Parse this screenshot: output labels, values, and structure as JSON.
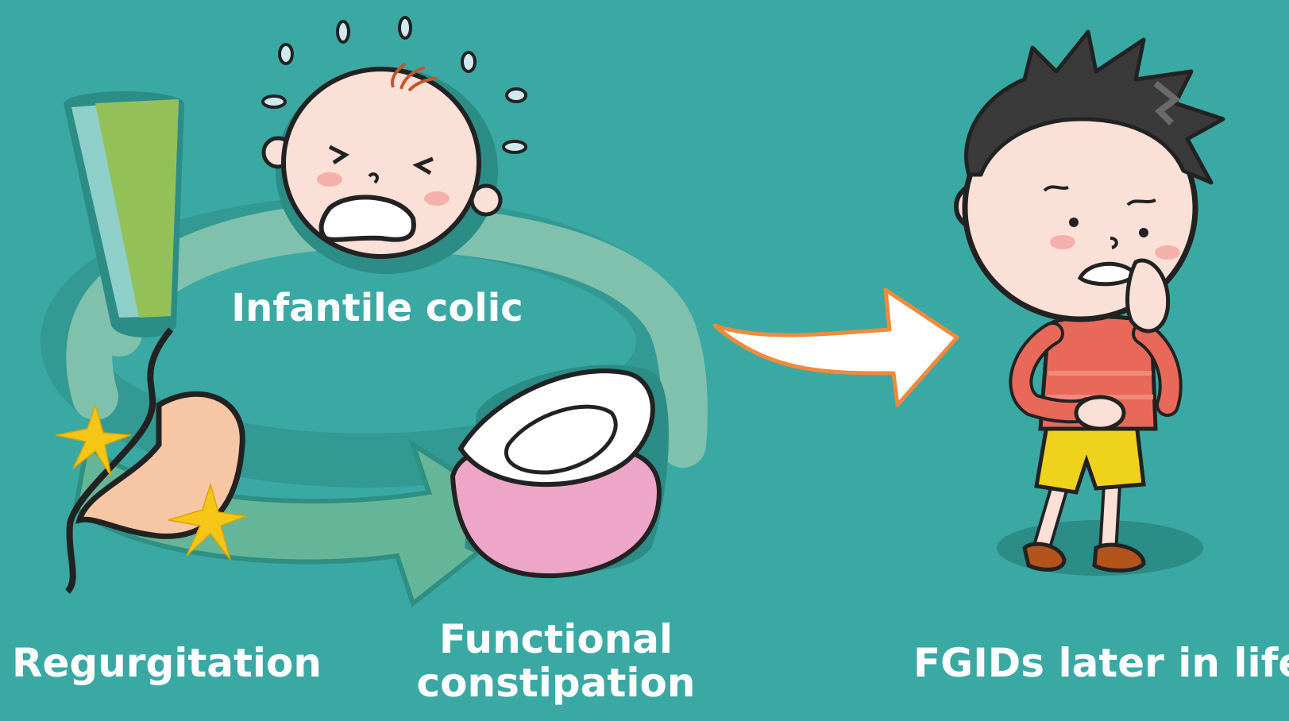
{
  "labels": {
    "infantile_colic": "Infantile colic",
    "regurgitation": "Regurgitation",
    "functional_constipation_line1": "Functional",
    "functional_constipation_line2": "constipation",
    "fgids_later": "FGIDs later in life"
  },
  "colors": {
    "background": "#3aa9a3",
    "cycle_ring": "#7fc1ad",
    "cycle_arrow": "#65b698",
    "exclamation_green": "#93c158",
    "exclamation_side": "#8fcfc9",
    "stomach": "#f7c6a5",
    "potty_pink": "#eea6c8",
    "skin": "#fbe0d8",
    "cheek": "#f4b1ac",
    "hair": "#3a3a3a",
    "shirt": "#e8695a",
    "shorts": "#efd21b",
    "shoes": "#b3541d",
    "sparkle": "#f5c518",
    "arrow_outline": "#f08a3c",
    "tear": "#cfe9ee"
  },
  "icons": [
    "exclamation-icon",
    "stomach-icon",
    "crying-baby-icon",
    "potty-icon",
    "right-arrow-icon",
    "worried-boy-icon"
  ]
}
